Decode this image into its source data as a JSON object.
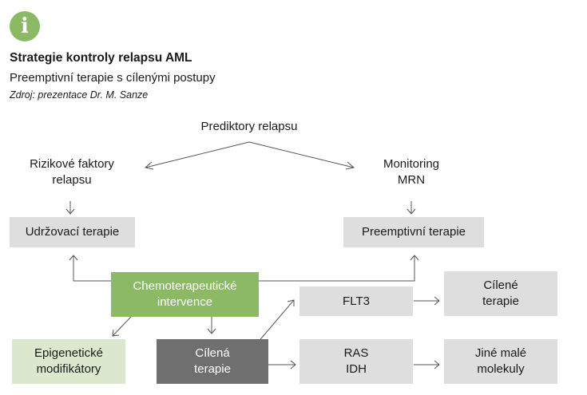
{
  "header": {
    "icon_glyph": "i",
    "title": "Strategie kontroly relapsu AML",
    "subtitle": "Preemptivní terapie s cílenými postupy",
    "source": "Zdroj: prezentace Dr. M. Sanze"
  },
  "diagram": {
    "top_label": "Prediktory relapsu",
    "risk_label": [
      "Rizikové faktory",
      "relapsu"
    ],
    "monitoring_label": [
      "Monitoring",
      "MRN"
    ],
    "maintenance": "Udržovací terapie",
    "preemptive": "Preemptivní terapie",
    "chemo": [
      "Chemoterapeutické",
      "intervence"
    ],
    "flt3": "FLT3",
    "targeted_therapy": [
      "Cílené",
      "terapie"
    ],
    "epigenetic": [
      "Epigenetické",
      "modifikátory"
    ],
    "targeted": [
      "Cílená",
      "terapie"
    ],
    "ras_idh": [
      "RAS",
      "IDH"
    ],
    "other_molecules": [
      "Jiné malé",
      "molekuly"
    ]
  },
  "colors": {
    "accent_green": "#8cba64",
    "light_green": "#dbe8cd",
    "grey_box": "#dedede",
    "dark_box": "#6f6f6f",
    "line": "#555555"
  }
}
